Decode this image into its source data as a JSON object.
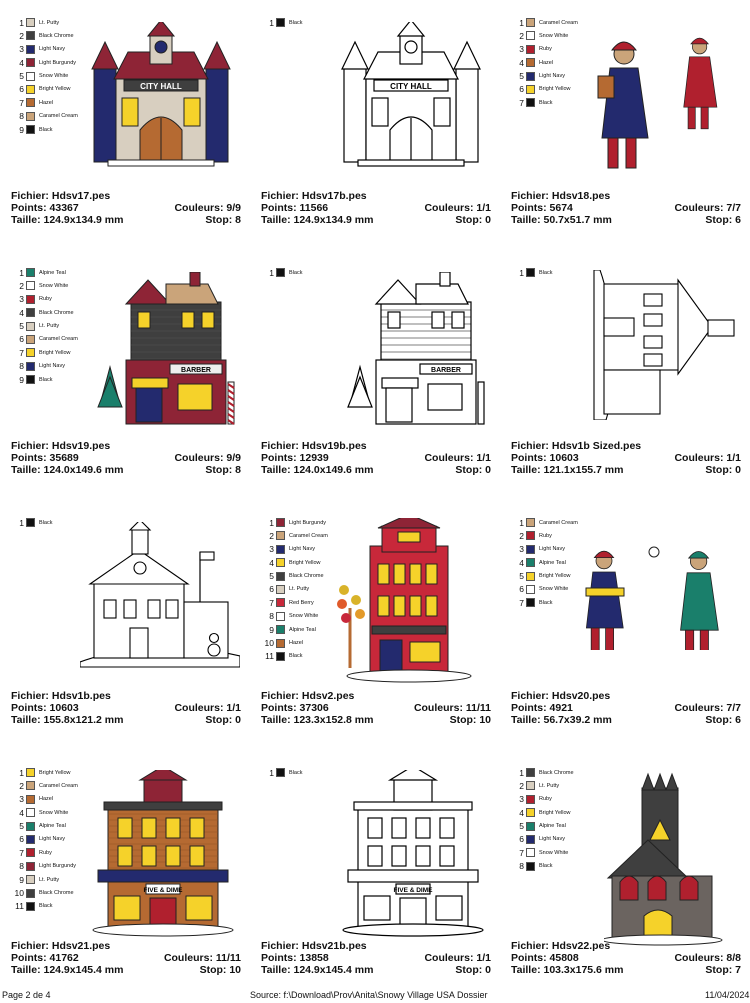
{
  "labels": {
    "file": "Fichier:",
    "points": "Points:",
    "size": "Taille:",
    "colors": "Couleurs:",
    "stops": "Stop:"
  },
  "colors": {
    "Lt. Putty": "#d8cfc0",
    "Black Chrome": "#3f3f3f",
    "Light Navy": "#232a6e",
    "Light Burgundy": "#8e2436",
    "Snow White": "#ffffff",
    "Bright Yellow": "#f5d22a",
    "Hazel": "#b56a32",
    "Caramel Cream": "#caa47a",
    "Black": "#111111",
    "Ruby": "#b0202e",
    "Alpine Teal": "#1a7f6b",
    "Red Berry": "#c8283a"
  },
  "designs": [
    {
      "file": "Hdsv17.pes",
      "points": "43367",
      "size": "124.9x134.9 mm",
      "colors": "9/9",
      "stops": "8",
      "art": "cityhall",
      "sign": "CITY HALL",
      "legend": [
        [
          "1",
          "Lt. Putty"
        ],
        [
          "2",
          "Black Chrome"
        ],
        [
          "3",
          "Light Navy"
        ],
        [
          "4",
          "Light Burgundy"
        ],
        [
          "5",
          "Snow White"
        ],
        [
          "6",
          "Bright Yellow"
        ],
        [
          "7",
          "Hazel"
        ],
        [
          "8",
          "Caramel Cream"
        ],
        [
          "9",
          "Black"
        ]
      ]
    },
    {
      "file": "Hdsv17b.pes",
      "points": "11566",
      "size": "124.9x134.9 mm",
      "colors": "1/1",
      "stops": "0",
      "art": "cityhall-outline",
      "sign": "CITY HALL",
      "legend": [
        [
          "1",
          "Black"
        ]
      ]
    },
    {
      "file": "Hdsv18.pes",
      "points": "5674",
      "size": "50.7x51.7 mm",
      "colors": "7/7",
      "stops": "6",
      "art": "walkers",
      "legend": [
        [
          "1",
          "Caramel Cream"
        ],
        [
          "2",
          "Snow White"
        ],
        [
          "3",
          "Ruby"
        ],
        [
          "4",
          "Hazel"
        ],
        [
          "5",
          "Light Navy"
        ],
        [
          "6",
          "Bright Yellow"
        ],
        [
          "7",
          "Black"
        ]
      ]
    },
    {
      "file": "Hdsv19.pes",
      "points": "35689",
      "size": "124.0x149.6 mm",
      "colors": "9/9",
      "stops": "8",
      "art": "barber",
      "sign": "BARBER",
      "legend": [
        [
          "1",
          "Alpine Teal"
        ],
        [
          "2",
          "Snow White"
        ],
        [
          "3",
          "Ruby"
        ],
        [
          "4",
          "Black Chrome"
        ],
        [
          "5",
          "Lt. Putty"
        ],
        [
          "6",
          "Caramel Cream"
        ],
        [
          "7",
          "Bright Yellow"
        ],
        [
          "8",
          "Light Navy"
        ],
        [
          "9",
          "Black"
        ]
      ]
    },
    {
      "file": "Hdsv19b.pes",
      "points": "12939",
      "size": "124.0x149.6 mm",
      "colors": "1/1",
      "stops": "0",
      "art": "barber-outline",
      "sign": "BARBER",
      "legend": [
        [
          "1",
          "Black"
        ]
      ]
    },
    {
      "file": "Hdsv1b Sized.pes",
      "points": "10603",
      "size": "121.1x155.7 mm",
      "colors": "1/1",
      "stops": "0",
      "art": "rotated-school",
      "legend": [
        [
          "1",
          "Black"
        ]
      ]
    },
    {
      "file": "Hdsv1b.pes",
      "points": "10603",
      "size": "155.8x121.2 mm",
      "colors": "1/1",
      "stops": "0",
      "art": "school-outline",
      "legend": [
        [
          "1",
          "Black"
        ]
      ]
    },
    {
      "file": "Hdsv2.pes",
      "points": "37306",
      "size": "123.3x152.8 mm",
      "colors": "11/11",
      "stops": "10",
      "art": "tallred",
      "legend": [
        [
          "1",
          "Light Burgundy"
        ],
        [
          "2",
          "Caramel Cream"
        ],
        [
          "3",
          "Light Navy"
        ],
        [
          "4",
          "Bright Yellow"
        ],
        [
          "5",
          "Black Chrome"
        ],
        [
          "6",
          "Lt. Putty"
        ],
        [
          "7",
          "Red Berry"
        ],
        [
          "8",
          "Snow White"
        ],
        [
          "9",
          "Alpine Teal"
        ],
        [
          "10",
          "Hazel"
        ],
        [
          "11",
          "Black"
        ]
      ]
    },
    {
      "file": "Hdsv20.pes",
      "points": "4921",
      "size": "56.7x39.2 mm",
      "colors": "7/7",
      "stops": "6",
      "art": "snowball",
      "legend": [
        [
          "1",
          "Caramel Cream"
        ],
        [
          "2",
          "Ruby"
        ],
        [
          "3",
          "Light Navy"
        ],
        [
          "4",
          "Alpine Teal"
        ],
        [
          "5",
          "Bright Yellow"
        ],
        [
          "6",
          "Snow White"
        ],
        [
          "7",
          "Black"
        ]
      ]
    },
    {
      "file": "Hdsv21.pes",
      "points": "41762",
      "size": "124.9x145.4 mm",
      "colors": "11/11",
      "stops": "10",
      "art": "fivedime",
      "sign": "FIVE & DIME",
      "legend": [
        [
          "1",
          "Bright Yellow"
        ],
        [
          "2",
          "Caramel Cream"
        ],
        [
          "3",
          "Hazel"
        ],
        [
          "4",
          "Snow White"
        ],
        [
          "5",
          "Alpine Teal"
        ],
        [
          "6",
          "Light Navy"
        ],
        [
          "7",
          "Ruby"
        ],
        [
          "8",
          "Light Burgundy"
        ],
        [
          "9",
          "Lt. Putty"
        ],
        [
          "10",
          "Black Chrome"
        ],
        [
          "11",
          "Black"
        ]
      ]
    },
    {
      "file": "Hdsv21b.pes",
      "points": "13858",
      "size": "124.9x145.4 mm",
      "colors": "1/1",
      "stops": "0",
      "art": "fivedime-outline",
      "sign": "FIVE & DIME",
      "legend": [
        [
          "1",
          "Black"
        ]
      ]
    },
    {
      "file": "Hdsv22.pes",
      "points": "45808",
      "size": "103.3x175.6 mm",
      "colors": "8/8",
      "stops": "7",
      "art": "church",
      "legend": [
        [
          "1",
          "Black Chrome"
        ],
        [
          "2",
          "Lt. Putty"
        ],
        [
          "3",
          "Ruby"
        ],
        [
          "4",
          "Bright Yellow"
        ],
        [
          "5",
          "Alpine Teal"
        ],
        [
          "6",
          "Light Navy"
        ],
        [
          "7",
          "Snow White"
        ],
        [
          "8",
          "Black"
        ]
      ]
    }
  ],
  "footer": {
    "page": "Page 2 de 4",
    "source": "Source: f:\\Download\\Prov\\Anita\\Snowy Village USA Dossier",
    "date": "11/04/2024"
  }
}
